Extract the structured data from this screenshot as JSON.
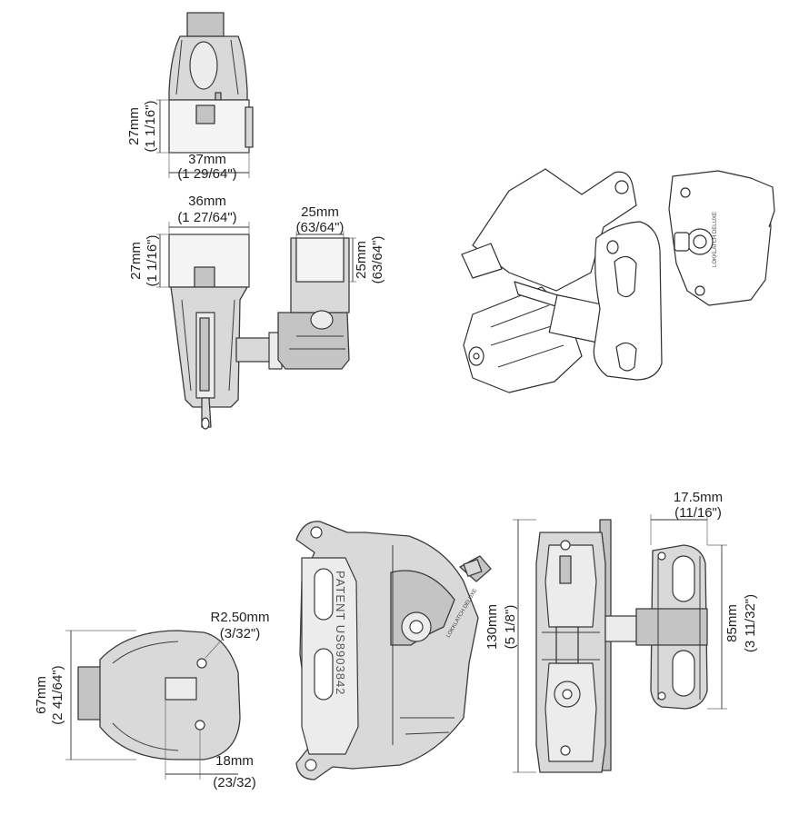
{
  "dimensions": {
    "top_view_height_mm": "27mm",
    "top_view_height_in": "(1 1/16\")",
    "top_view_width_mm": "37mm",
    "top_view_width_in": "(1 29/64\")",
    "side_view_width_mm": "36mm",
    "side_view_width_in": "(1 27/64\")",
    "side_view_height_mm": "27mm",
    "side_view_height_in": "(1 1/16\")",
    "keeper_width_mm": "25mm",
    "keeper_width_in": "(63/64\")",
    "keeper_height_mm": "25mm",
    "keeper_height_in": "(63/64\")",
    "radius_mm": "R2.50mm",
    "radius_in": "(3/32\")",
    "back_height_mm": "67mm",
    "back_height_in": "(2 41/64\")",
    "hole_offset_mm": "18mm",
    "hole_offset_in": "(23/32)",
    "front_height_mm": "130mm",
    "front_height_in": "(5 1/8\")",
    "striker_width_mm": "17.5mm",
    "striker_width_in": "(11/16\")",
    "striker_height_mm": "85mm",
    "striker_height_in": "(3 11/32\")"
  },
  "markings": {
    "patent": "PATENT US8903842",
    "side_stamp": "LOKKLATCH DELUXE"
  },
  "colors": {
    "part_fill": "#d9d9d9",
    "outline": "#3a3a3a"
  }
}
